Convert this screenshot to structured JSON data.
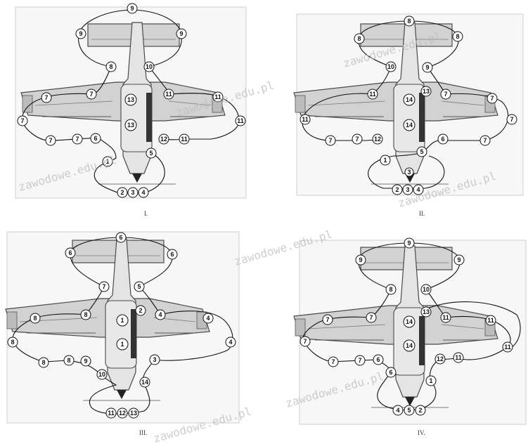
{
  "panels": [
    {
      "label": "I.",
      "center_labels": [
        "13",
        "13"
      ],
      "nose_labels": [
        "2",
        "3",
        "4"
      ],
      "other_labels": [
        "9",
        "9",
        "9",
        "8",
        "10",
        "7",
        "7",
        "7",
        "7",
        "7",
        "6",
        "1",
        "5",
        "11",
        "11",
        "11",
        "12",
        "11"
      ]
    },
    {
      "label": "II.",
      "center_labels": [
        "14",
        "14",
        "13"
      ],
      "nose_labels": [
        "2",
        "3",
        "4"
      ],
      "other_labels": [
        "8",
        "8",
        "8",
        "10",
        "9",
        "11",
        "7",
        "7",
        "7",
        "7",
        "7",
        "7",
        "11",
        "12",
        "5",
        "6",
        "1",
        "3"
      ]
    },
    {
      "label": "III.",
      "center_labels": [
        "1",
        "1"
      ],
      "nose_labels": [
        "11",
        "12",
        "13"
      ],
      "other_labels": [
        "6",
        "6",
        "6",
        "7",
        "5",
        "2",
        "4",
        "4",
        "4",
        "8",
        "8",
        "8",
        "8",
        "9",
        "10",
        "3",
        "14",
        "8"
      ]
    },
    {
      "label": "IV.",
      "center_labels": [
        "14",
        "14",
        "13"
      ],
      "nose_labels": [
        "4",
        "5",
        "2"
      ],
      "other_labels": [
        "9",
        "9",
        "9",
        "8",
        "10",
        "11",
        "11",
        "11",
        "7",
        "7",
        "7",
        "7",
        "7",
        "6",
        "6",
        "12",
        "11",
        "1"
      ]
    }
  ],
  "watermark": "zawodowe.edu.pl",
  "colors": {
    "wing_fill": "#d2d2d2",
    "wing_stroke": "#4a4a4a",
    "fuselage_fill": "#e4e4e4",
    "line": "#111111",
    "circle_fill": "#ffffff"
  }
}
